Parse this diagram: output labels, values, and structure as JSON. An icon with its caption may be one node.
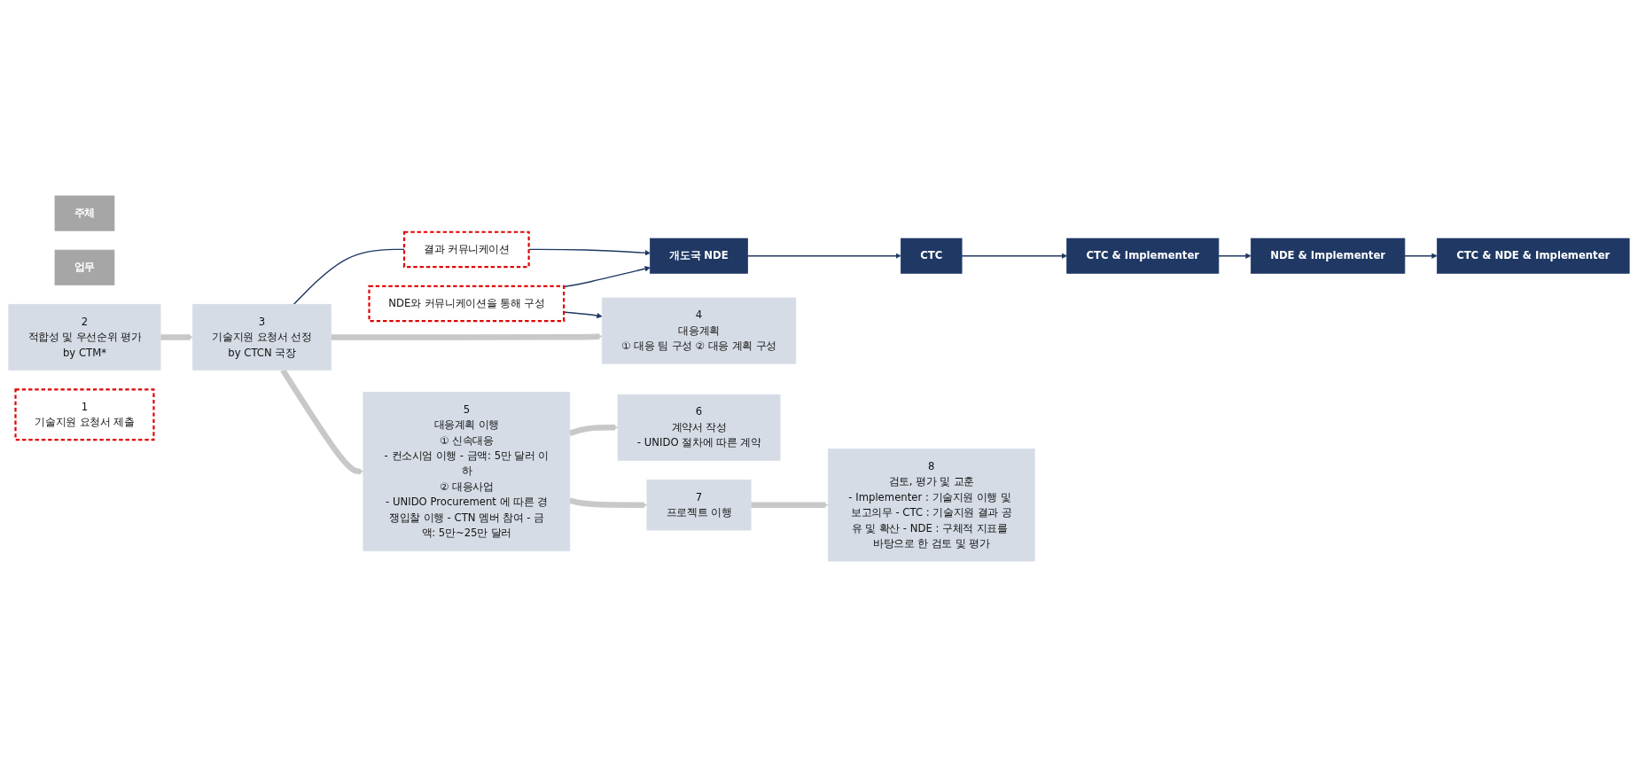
{
  "diagram": {
    "nodes": [
      {
        "text": [
          "주체"
        ]
      },
      {
        "text": [
          "개도국 NDE"
        ]
      },
      {
        "text": [
          "CTC"
        ]
      },
      {
        "text": [
          "CTC & Implementer"
        ]
      },
      {
        "text": [
          "NDE & Implementer"
        ]
      },
      {
        "text": [
          "CTC & NDE & Implementer"
        ]
      },
      {
        "text": [
          "업무"
        ]
      },
      {
        "text": [
          "2",
          "적합성 및 우선순위 평가",
          "by CTM*"
        ]
      },
      {
        "text": [
          "3",
          "기술지원 요청서 선정",
          "by CTCN 국장"
        ]
      },
      {
        "text": [
          "4",
          "대응계획",
          "① 대응 팀 구성 ② 대응 계획 구성"
        ]
      },
      {
        "text": [
          "5",
          "대응계획 이행",
          "① 신속대응",
          "- 컨소시엄 이행 - 금액: 5만 달러 이하",
          "② 대응사업",
          "- UNIDO Procurement 에 따른 경쟁입찰 이행 - CTN 멤버 참여 - 금액: 5만~25만 달러"
        ]
      },
      {
        "text": [
          "6",
          "계약서 작성",
          "- UNIDO 절차에 따른 계약"
        ]
      },
      {
        "text": [
          "7",
          "프로젝트 이행"
        ]
      },
      {
        "text": [
          "8",
          "검토, 평가 및 교훈",
          "- Implementer : 기술지원 이행 및 보고의무 - CTC : 기술지원 결과 공유 및 확산 - NDE : 구체적 지표를 바탕으로 한 검토 및 평가"
        ]
      },
      {
        "text": [
          "1",
          "기술지원 요청서 제출"
        ]
      },
      {
        "text": [
          "결과 커뮤니케이션"
        ]
      },
      {
        "text": [
          "NDE와 커뮤니케이션을 통해 구성"
        ]
      }
    ],
    "edges": [
      {
        "from": 1,
        "to": 2,
        "arrow": "to"
      },
      {
        "from": 2,
        "to": 3,
        "arrow": "to"
      },
      {
        "from": 3,
        "to": 4,
        "arrow": "to"
      },
      {
        "from": 4,
        "to": 5,
        "arrow": "to"
      },
      {
        "from": 8,
        "to": 15,
        "arrow": "none"
      },
      {
        "from": 15,
        "to": 1,
        "arrow": "to"
      },
      {
        "from": 16,
        "to": 1,
        "arrow": "to"
      },
      {
        "from": 16,
        "to": 9,
        "arrow": "to"
      },
      {
        "from": 7,
        "to": 8,
        "arrow": "to",
        "style": "thick",
        "color": "#c8c8c8"
      },
      {
        "from": 8,
        "to": 9,
        "arrow": "to",
        "style": "thick",
        "color": "#c8c8c8"
      },
      {
        "from": 8,
        "to": 10,
        "arrow": "to",
        "style": "thick",
        "color": "#c8c8c8"
      },
      {
        "from": 10,
        "to": 11,
        "arrow": "to",
        "style": "thick",
        "color": "#c8c8c8"
      },
      {
        "from": 10,
        "to": 12,
        "arrow": "to",
        "style": "thick",
        "color": "#c8c8c8"
      },
      {
        "from": 12,
        "to": 13,
        "arrow": "to",
        "style": "thick",
        "color": "#c8c8c8"
      }
    ]
  }
}
